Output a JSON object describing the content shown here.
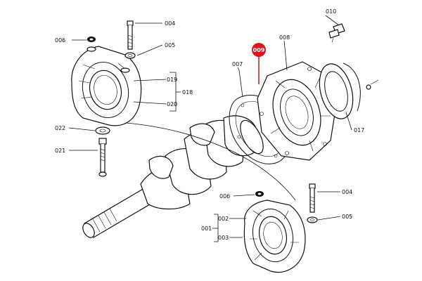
{
  "callouts": {
    "c010": "010",
    "c008": "008",
    "c009": "009",
    "c007": "007",
    "c017": "017",
    "c004a": "004",
    "c005a": "005",
    "c006a": "006",
    "c019": "019",
    "c018": "018",
    "c020": "020",
    "c022": "022",
    "c021": "021",
    "c006b": "006",
    "c004b": "004",
    "c005b": "005",
    "c002": "002",
    "c001": "001",
    "c003": "003"
  },
  "colors": {
    "highlight": "#e0141e",
    "ink": "#111111"
  }
}
